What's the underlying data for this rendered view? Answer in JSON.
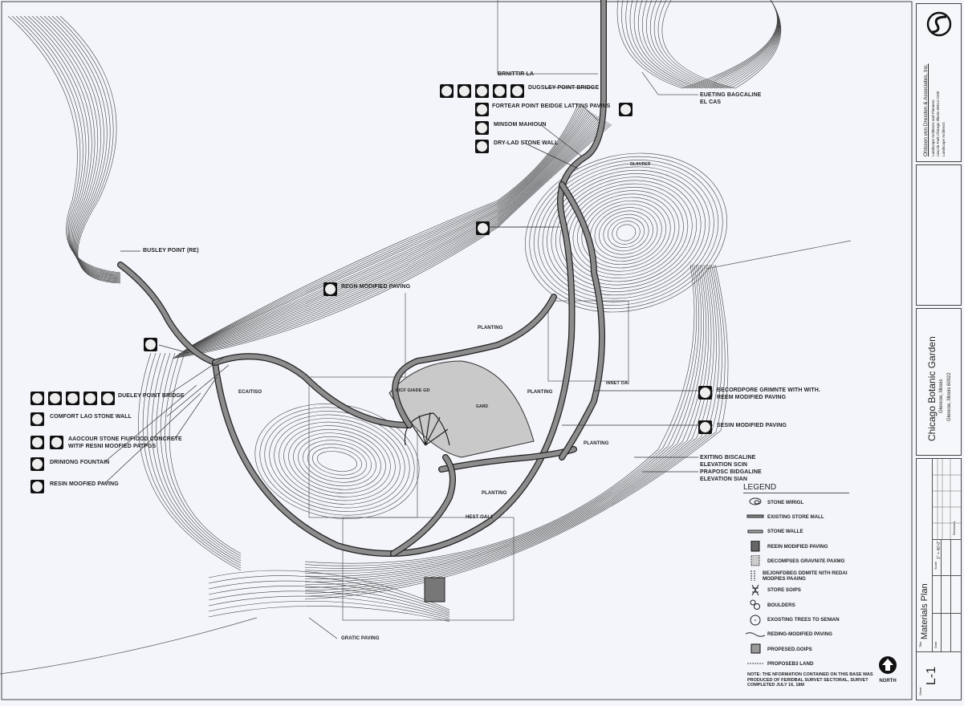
{
  "drawing": {
    "callouts_top": {
      "grid_label": "BRNITTIR LA",
      "bridge": "DUGSLEY POINT BRIDGE",
      "bridge_paving": "FORTEAR POINT BEIDGE LATTINS PAVINS",
      "minsom": "MINSOM MAHIOUN",
      "dry_wall": "DRY-LAD STONE WALL",
      "existing_line_1": "EUETING BAGCALINE",
      "existing_line_2": "EL CAS",
      "glauder": "GLAUDER"
    },
    "callouts_left": {
      "busley_point": "BUSLEY POINT (RE)",
      "bridge": "DUELEY POINT BRIDGE",
      "comfort_wall": "COMFORT LAO STONE WALL",
      "concrete_1": "AAOCOUR STONE FIUFIOOD CONCRETE",
      "concrete_2": "WITIF RESNI MOOFIED PATPGS",
      "fountain": "DRINIONG FOUNTAIN",
      "resin": "RESIN MOOFIED PAVING",
      "graphic_paving": "GRATIC PAVING"
    },
    "callouts_center": {
      "regn_paving": "REGN MODIFIED PAVING",
      "planting_1": "PLANTING",
      "ecaitiso": "ECAITISO",
      "eicf": "EICF GIADE GD",
      "gard": "GARD",
      "planting_2": "PLANTING",
      "innet": "INNET OAI",
      "planting_3": "PLANTING",
      "planting_4": "PLANTING",
      "hest": "HEST OAI 1"
    },
    "callouts_right": {
      "decomposed_1": "BECORDPORE GRIMNTE WITH WITH.",
      "decomposed_2": "REEM MODIFIED PAVING",
      "resin": "SESIN MODIFIED PAVING",
      "exist_elev_1": "EXITING BISCALINE",
      "exist_elev_2": "ELEVATION SCIN",
      "prop_elev_1": "PRAPOSC BIDGALINE",
      "prop_elev_2": "ELEVATION SIAN"
    }
  },
  "legend": {
    "title": "LEGEND",
    "items": [
      {
        "icon": "stone-icon",
        "label": "STONE WIRIGL"
      },
      {
        "icon": "existing-wall-icon",
        "label": "EXISTING STORE MALL"
      },
      {
        "icon": "wall-icon",
        "label": "STONE WALLE"
      },
      {
        "icon": "resin-paving-icon",
        "label": "REEIN MODIFIED PAVING"
      },
      {
        "icon": "granite-paving-icon",
        "label": "DECOMPSES GRAVNI7E PAXMG"
      },
      {
        "icon": "dashed-pair-icon",
        "label": "BEJONFDBEG DDMITE NITH REDAI MODPIES PAAING"
      },
      {
        "icon": "steps-icon",
        "label": "STORE SOIPS"
      },
      {
        "icon": "boulders-icon",
        "label": "BOULDERS"
      },
      {
        "icon": "tree-icon",
        "label": "EXOSTING TREES TO SENIAN"
      },
      {
        "icon": "wavy-line-icon",
        "label": "REDING-MODIFIED PAVING"
      },
      {
        "icon": "hatched-square-icon",
        "label": "PROPESED.GOIPS"
      },
      {
        "icon": "dashed-line-icon",
        "label": "PROPOSEB3 LAND"
      }
    ]
  },
  "note": "NOTE: THE NFORMATION CONTAINED ON THIS BASE WAS PRODUCED OF FERIDBAL SURVET SECTORAL, SURVET COMPLETED JULY 16, 18M",
  "north_label": "NORTH",
  "title_block": {
    "firm_name": "Ohlsson von Dresden & Associates, Inc.",
    "firm_line_1": "Landscape Architects and Planners",
    "firm_line_2": "Lincoln Park Chicago Illinois 60614 2100",
    "firm_line_3": "Landscape Architects",
    "project_name": "Chicago Botanic Garden",
    "project_line_1": "Glencoe, Illinois",
    "project_line_2": "Glencoe, Illinois 60022",
    "sheet_title_caption": "Title",
    "sheet_title": "Materials Plan",
    "sheet_caption": "Sheet",
    "sheet_number": "L-1",
    "scale_caption": "Scale",
    "scale_value": "1\" = 40'-0\"",
    "date_caption": "Date",
    "revisions_caption": "Revisions"
  }
}
